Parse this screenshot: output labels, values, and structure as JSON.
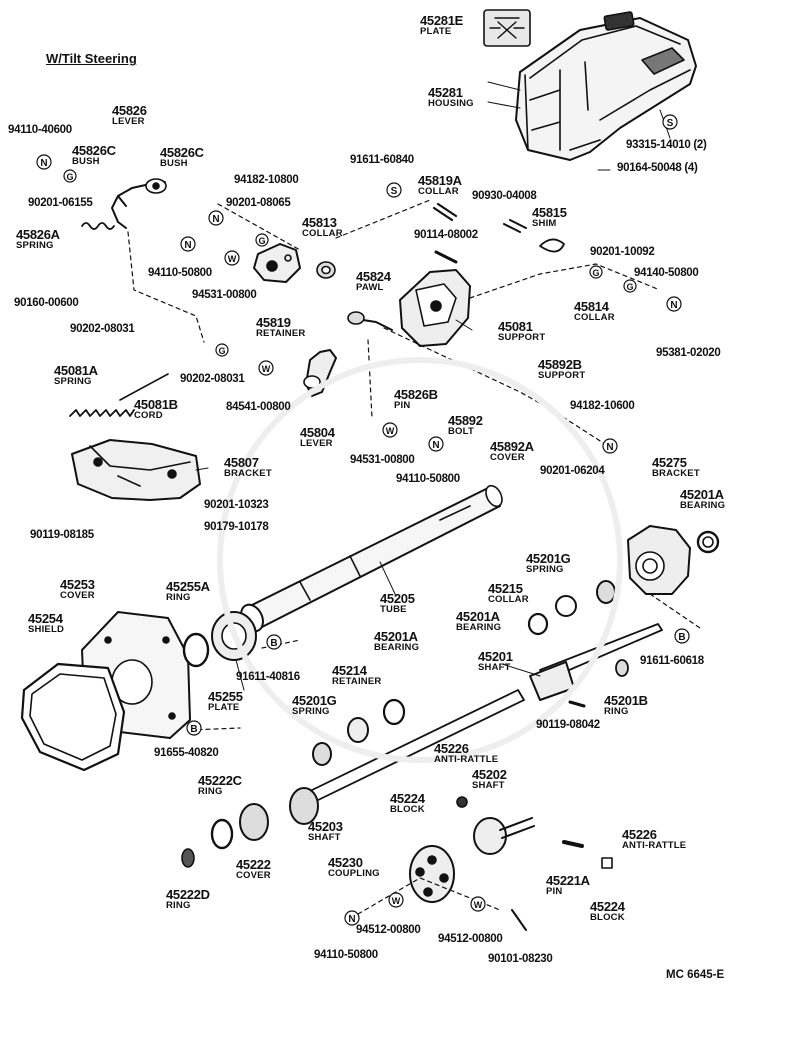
{
  "title": "W/Tilt Steering",
  "diagram_code": "MC 6645-E",
  "callouts": [
    {
      "number": "45281E",
      "name": "PLATE"
    },
    {
      "number": "45281",
      "name": "HOUSING"
    },
    {
      "number": "93315-14010 (2)",
      "name": ""
    },
    {
      "number": "90164-50048 (4)",
      "name": ""
    },
    {
      "number": "94110-40600",
      "name": ""
    },
    {
      "number": "45826",
      "name": "LEVER"
    },
    {
      "number": "45826C",
      "name": "BUSH"
    },
    {
      "number": "45826C",
      "name": "BUSH"
    },
    {
      "number": "90201-06155",
      "name": ""
    },
    {
      "number": "45826A",
      "name": "SPRING"
    },
    {
      "number": "94182-10800",
      "name": ""
    },
    {
      "number": "90201-08065",
      "name": ""
    },
    {
      "number": "91611-60840",
      "name": ""
    },
    {
      "number": "45819A",
      "name": "COLLAR"
    },
    {
      "number": "90930-04008",
      "name": ""
    },
    {
      "number": "45815",
      "name": "SHIM"
    },
    {
      "number": "45813",
      "name": "COLLAR"
    },
    {
      "number": "90114-08002",
      "name": ""
    },
    {
      "number": "90201-10092",
      "name": ""
    },
    {
      "number": "94140-50800",
      "name": ""
    },
    {
      "number": "94110-50800",
      "name": ""
    },
    {
      "number": "94531-00800",
      "name": ""
    },
    {
      "number": "45824",
      "name": "PAWL"
    },
    {
      "number": "45814",
      "name": "COLLAR"
    },
    {
      "number": "90160-00600",
      "name": ""
    },
    {
      "number": "45819",
      "name": "RETAINER"
    },
    {
      "number": "45081",
      "name": "SUPPORT"
    },
    {
      "number": "90202-08031",
      "name": ""
    },
    {
      "number": "95381-02020",
      "name": ""
    },
    {
      "number": "45081A",
      "name": "SPRING"
    },
    {
      "number": "90202-08031",
      "name": ""
    },
    {
      "number": "45826B",
      "name": "PIN"
    },
    {
      "number": "45892B",
      "name": "SUPPORT"
    },
    {
      "number": "45081B",
      "name": "CORD"
    },
    {
      "number": "84541-00800",
      "name": ""
    },
    {
      "number": "45892",
      "name": "BOLT"
    },
    {
      "number": "94182-10600",
      "name": ""
    },
    {
      "number": "45804",
      "name": "LEVER"
    },
    {
      "number": "45892A",
      "name": "COVER"
    },
    {
      "number": "94531-00800",
      "name": ""
    },
    {
      "number": "90201-06204",
      "name": ""
    },
    {
      "number": "94110-50800",
      "name": ""
    },
    {
      "number": "45807",
      "name": "BRACKET"
    },
    {
      "number": "45275",
      "name": "BRACKET"
    },
    {
      "number": "45201A",
      "name": "BEARING"
    },
    {
      "number": "90201-10323",
      "name": ""
    },
    {
      "number": "90179-10178",
      "name": ""
    },
    {
      "number": "90119-08185",
      "name": ""
    },
    {
      "number": "45201G",
      "name": "SPRING"
    },
    {
      "number": "45253",
      "name": "COVER"
    },
    {
      "number": "45255A",
      "name": "RING"
    },
    {
      "number": "45205",
      "name": "TUBE"
    },
    {
      "number": "45215",
      "name": "COLLAR"
    },
    {
      "number": "45254",
      "name": "SHIELD"
    },
    {
      "number": "45201A",
      "name": "BEARING"
    },
    {
      "number": "45201A",
      "name": "BEARING"
    },
    {
      "number": "91611-60618",
      "name": ""
    },
    {
      "number": "91611-40816",
      "name": ""
    },
    {
      "number": "45201",
      "name": "SHAFT"
    },
    {
      "number": "45214",
      "name": "RETAINER"
    },
    {
      "number": "45255",
      "name": "PLATE"
    },
    {
      "number": "45201G",
      "name": "SPRING"
    },
    {
      "number": "45201B",
      "name": "RING"
    },
    {
      "number": "90119-08042",
      "name": ""
    },
    {
      "number": "91655-40820",
      "name": ""
    },
    {
      "number": "45226",
      "name": "ANTI-RATTLE"
    },
    {
      "number": "45222C",
      "name": "RING"
    },
    {
      "number": "45202",
      "name": "SHAFT"
    },
    {
      "number": "45224",
      "name": "BLOCK"
    },
    {
      "number": "45203",
      "name": "SHAFT"
    },
    {
      "number": "45226",
      "name": "ANTI-RATTLE"
    },
    {
      "number": "45222",
      "name": "COVER"
    },
    {
      "number": "45230",
      "name": "COUPLING"
    },
    {
      "number": "45222D",
      "name": "RING"
    },
    {
      "number": "45221A",
      "name": "PIN"
    },
    {
      "number": "45224",
      "name": "BLOCK"
    },
    {
      "number": "94512-00800",
      "name": ""
    },
    {
      "number": "94512-00800",
      "name": ""
    },
    {
      "number": "94110-50800",
      "name": ""
    },
    {
      "number": "90101-08230",
      "name": ""
    }
  ]
}
